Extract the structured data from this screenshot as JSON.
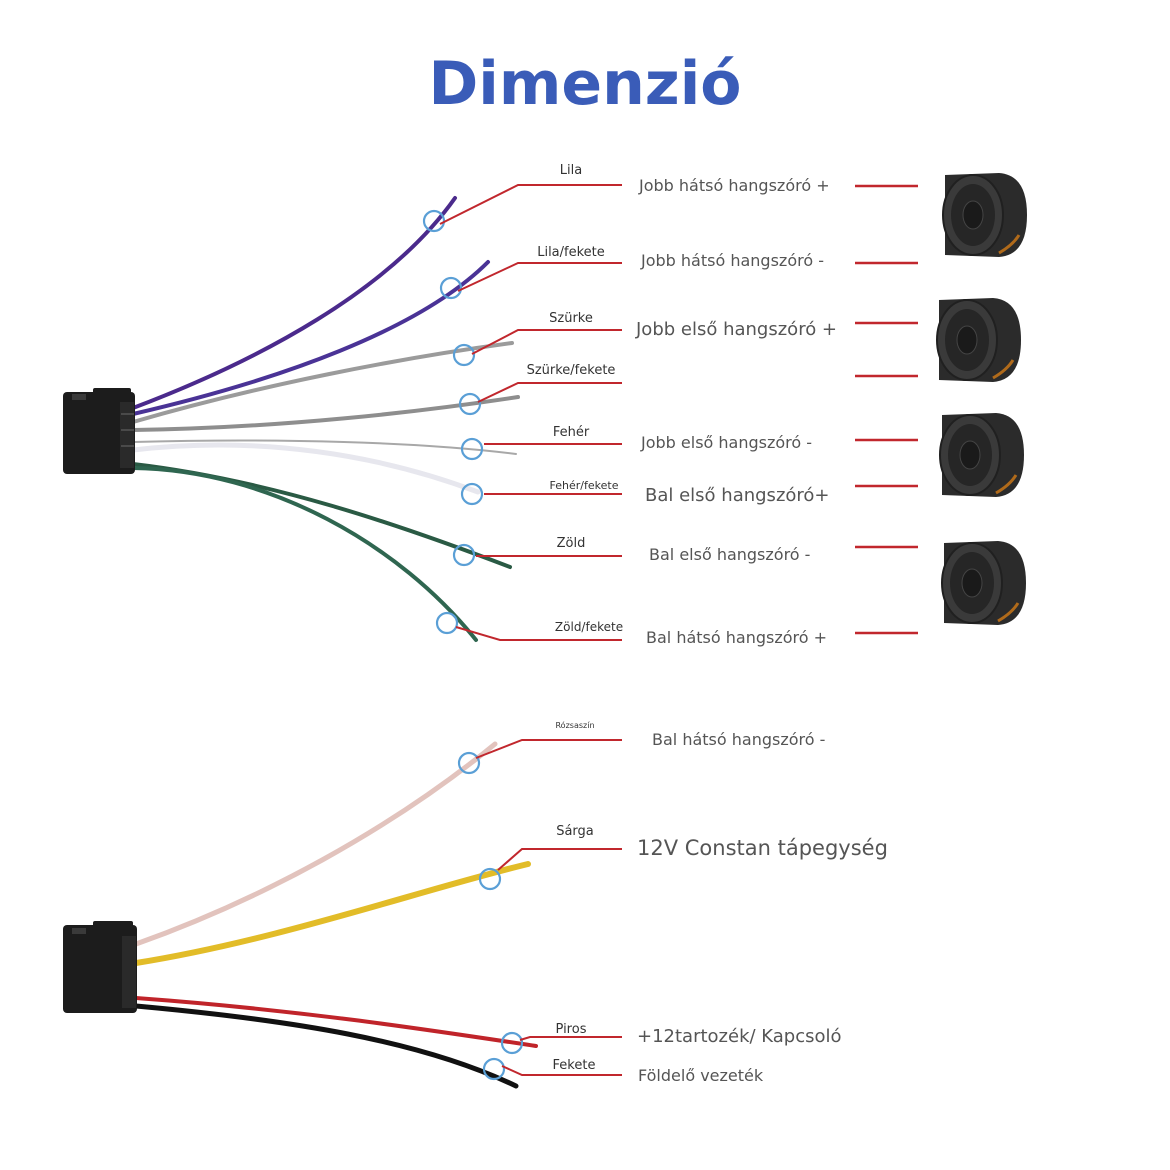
{
  "title": "Dimenzió",
  "harness_top": {
    "wires": [
      {
        "color_name": "Lila",
        "function": "Jobb hátsó hangszóró +",
        "color": "#4b2a8c"
      },
      {
        "color_name": "Lila/fekete",
        "function": "Jobb hátsó hangszóró -",
        "color": "#4a3396"
      },
      {
        "color_name": "Szürke",
        "function": "Jobb első hangszóró +",
        "color": "#9b9b9b"
      },
      {
        "color_name": "Szürke/fekete",
        "function": "",
        "color": "#8e8e8e"
      },
      {
        "color_name": "Fehér",
        "function": "Jobb első hangszóró -",
        "color": "#a8a8a8"
      },
      {
        "color_name": "Fehér/fekete",
        "function": "Bal első hangszóró+",
        "color": "#e7e7ee"
      },
      {
        "color_name": "Zöld",
        "function": "Bal első hangszóró -",
        "color": "#2a5a44"
      },
      {
        "color_name": "Zöld/fekete",
        "function": "Bal hátsó hangszóró +",
        "color": "#2f6650"
      }
    ],
    "speaker_count": 4
  },
  "harness_bottom": {
    "wires": [
      {
        "color_name": "Rózsaszín",
        "function": "Bal hátsó hangszóró -",
        "color": "#e2c3bd"
      },
      {
        "color_name": "Sárga",
        "function": "12V Constan tápegység",
        "color": "#e2bc28"
      },
      {
        "color_name": "Piros",
        "function": "+12tartozék/ Kapcsoló",
        "color": "#c0242a"
      },
      {
        "color_name": "Fekete",
        "function": "Földelő vezeték",
        "color": "#111111"
      }
    ]
  },
  "colors": {
    "title": "#3a5cb8",
    "leader_line": "#c1272d",
    "marker_circle": "#5a9fd6",
    "connector": "#1c1c1c"
  }
}
